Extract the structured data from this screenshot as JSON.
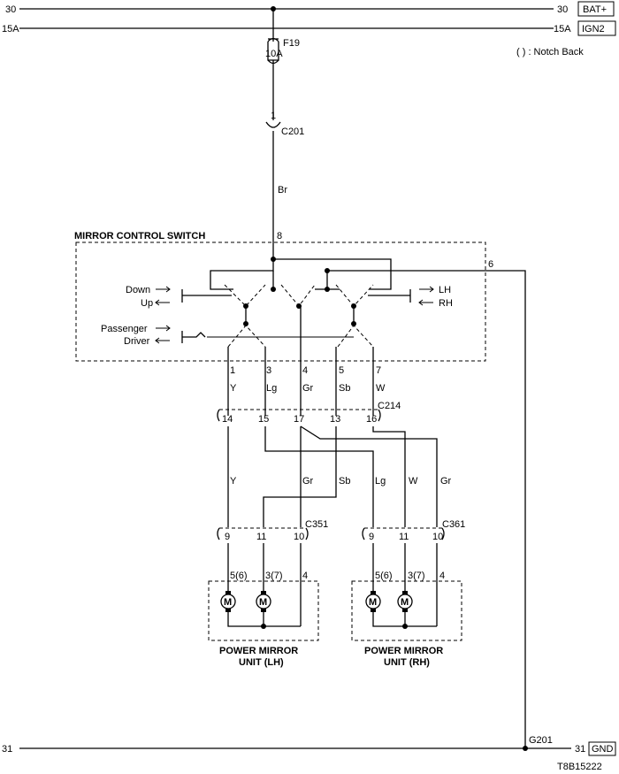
{
  "header": {
    "left_30": "30",
    "right_30": "30",
    "tag_bat": "BAT+",
    "left_15a": "15A",
    "right_15a": "15A",
    "tag_ign": "IGN2",
    "note": "( ) : Notch Back"
  },
  "fuse": {
    "name": "F19",
    "rating": "10A"
  },
  "c201": {
    "pin": "1",
    "name": "C201",
    "wire": "Br"
  },
  "switch": {
    "title": "MIRROR CONTROL SWITCH",
    "pin_in": "8",
    "pin_ground": "6",
    "down": "Down",
    "up": "Up",
    "lh": "LH",
    "rh": "RH",
    "passenger": "Passenger",
    "driver": "Driver",
    "pins": [
      {
        "pin": "1",
        "wire": "Y"
      },
      {
        "pin": "3",
        "wire": "Lg"
      },
      {
        "pin": "4",
        "wire": "Gr"
      },
      {
        "pin": "5",
        "wire": "Sb"
      },
      {
        "pin": "7",
        "wire": "W"
      }
    ]
  },
  "c214": {
    "name": "C214",
    "pins": [
      "14",
      "15",
      "17",
      "13",
      "16"
    ]
  },
  "mid_wires": {
    "y": "Y",
    "gr": "Gr",
    "sb": "Sb",
    "lg": "Lg",
    "w": "W",
    "gr2": "Gr"
  },
  "c351": {
    "name": "C351",
    "pins": [
      "9",
      "11",
      "10"
    ]
  },
  "c361": {
    "name": "C361",
    "pins": [
      "9",
      "11",
      "10"
    ]
  },
  "unit_lh": {
    "pins": [
      "5(6)",
      "3(7)",
      "4"
    ],
    "title1": "POWER MIRROR",
    "title2": "UNIT (LH)",
    "motor": "M"
  },
  "unit_rh": {
    "pins": [
      "5(6)",
      "3(7)",
      "4"
    ],
    "title1": "POWER MIRROR",
    "title2": "UNIT (RH)",
    "motor": "M"
  },
  "ground": {
    "left": "31",
    "right": "31",
    "name": "G201",
    "tag": "GND"
  },
  "doc_id": "T8B15222"
}
